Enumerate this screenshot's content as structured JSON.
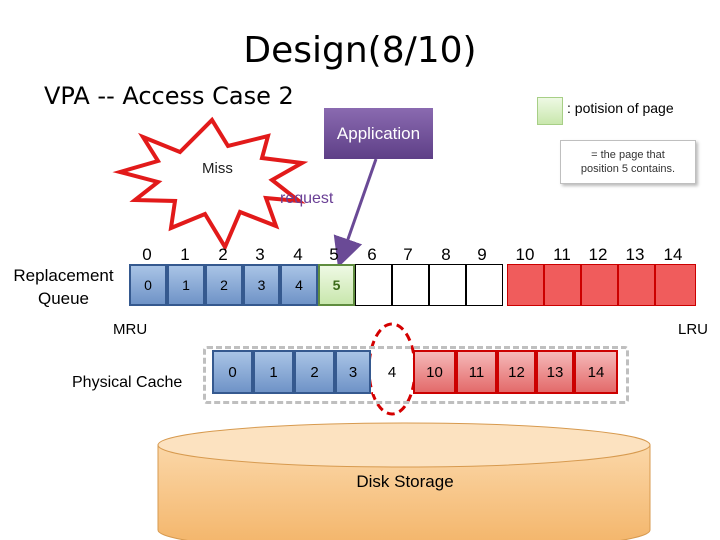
{
  "header": {
    "title": "Design(8/10)",
    "subtitle": "VPA -- Access Case 2"
  },
  "legend": {
    "text": ": potision of page"
  },
  "application": {
    "label": "Application"
  },
  "note": {
    "line1": "= the page that",
    "line2": "position 5 contains."
  },
  "miss": {
    "label": "Miss"
  },
  "request": {
    "label": "request"
  },
  "queue": {
    "label_line1": "Replacement",
    "label_line2": "Queue",
    "indices": [
      "0",
      "1",
      "2",
      "3",
      "4",
      "5",
      "6",
      "7",
      "8",
      "9",
      "10",
      "11",
      "12",
      "13",
      "14"
    ],
    "cells": [
      "0",
      "1",
      "2",
      "3",
      "4",
      "5",
      "",
      "",
      "",
      "",
      "",
      "",
      "",
      "",
      ""
    ],
    "mru": "MRU",
    "lru": "LRU"
  },
  "cache": {
    "label": "Physical Cache",
    "cells": [
      "0",
      "1",
      "2",
      "3",
      "4",
      "10",
      "11",
      "12",
      "13",
      "14"
    ]
  },
  "disk": {
    "label": "Disk Storage"
  },
  "colors": {
    "blue": "#6f93c7",
    "green": "#c9e7ad",
    "red": "#f05c5c",
    "purple": "#6a4a96",
    "burst": "#e21a1a",
    "disk": "#f6c07e"
  }
}
